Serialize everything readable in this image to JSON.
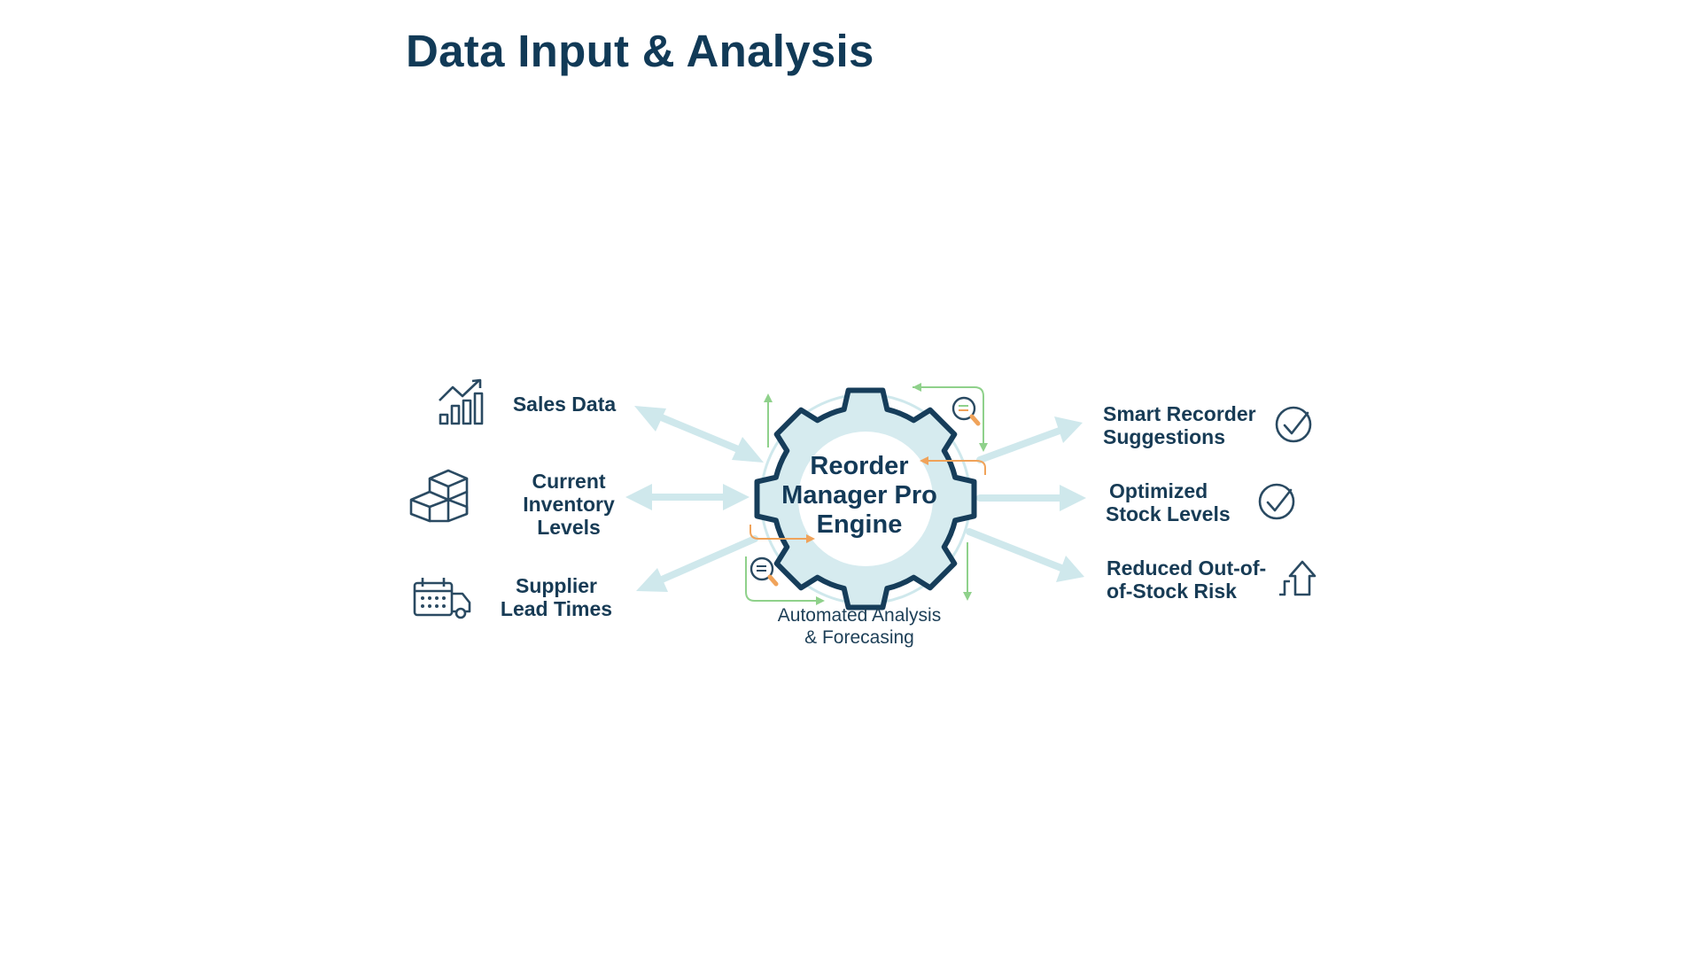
{
  "title": "Data Input & Analysis",
  "engine": {
    "line1": "Reorder",
    "line2": "Manager Pro",
    "line3": "Engine",
    "caption_line1": "Automated Analysis",
    "caption_line2": "& Forecasing"
  },
  "inputs": [
    {
      "line1": "Sales Data",
      "icon": "bar-chart-trend-icon"
    },
    {
      "line1": "Current",
      "line2": "Inventory",
      "line3": "Levels",
      "icon": "boxes-stack-icon"
    },
    {
      "line1": "Supplier",
      "line2": "Lead Times",
      "icon": "calendar-truck-icon"
    }
  ],
  "outputs": [
    {
      "line1": "Smart Recorder",
      "line2": "Suggestions",
      "icon": "check-circle-icon"
    },
    {
      "line1": "Optimized",
      "line2": "Stock Levels",
      "icon": "check-circle-icon"
    },
    {
      "line1": "Reduced Out-of-",
      "line2": "of-Stock Risk",
      "icon": "arrow-up-icon"
    }
  ],
  "colors": {
    "title": "#113a57",
    "arrow": "#cfe8ec",
    "gear_fill": "#d6ebef",
    "gear_stroke": "#163d5a",
    "accent_green": "#8fd18b",
    "accent_orange": "#f0a35a",
    "icon_stroke": "#2a4a62"
  }
}
